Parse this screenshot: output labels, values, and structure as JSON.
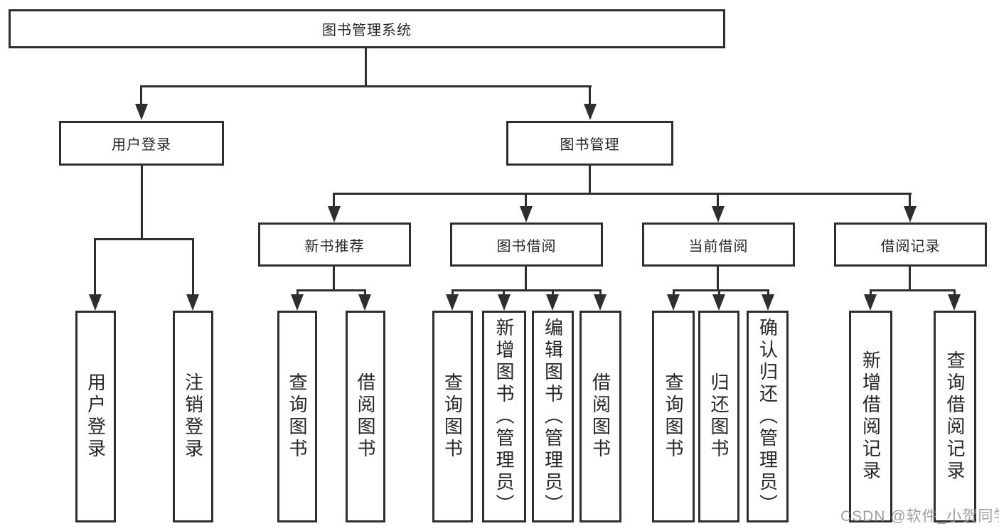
{
  "watermark": "CSDN @软件_小贺同学",
  "colors": {
    "line": "#2e2e2e",
    "box_border": "#2e2e2e",
    "text": "#262626",
    "watermark_text": "#969696",
    "background": "#ffffff"
  },
  "diagram": {
    "type": "hierarchy-tree",
    "root": "图书管理系统",
    "children": [
      {
        "label": "用户登录",
        "children": [
          "用户登录",
          "注销登录"
        ]
      },
      {
        "label": "图书管理",
        "children": [
          {
            "label": "新书推荐",
            "children": [
              "查询图书",
              "借阅图书"
            ]
          },
          {
            "label": "图书借阅",
            "children": [
              "查询图书",
              "新增图书（管理员）",
              "编辑图书（管理员）",
              "借阅图书"
            ]
          },
          {
            "label": "当前借阅",
            "children": [
              "查询图书",
              "归还图书",
              "确认归还（管理员）"
            ]
          },
          {
            "label": "借阅记录",
            "children": [
              "新增借阅记录",
              "查询借阅记录"
            ]
          }
        ]
      }
    ]
  }
}
